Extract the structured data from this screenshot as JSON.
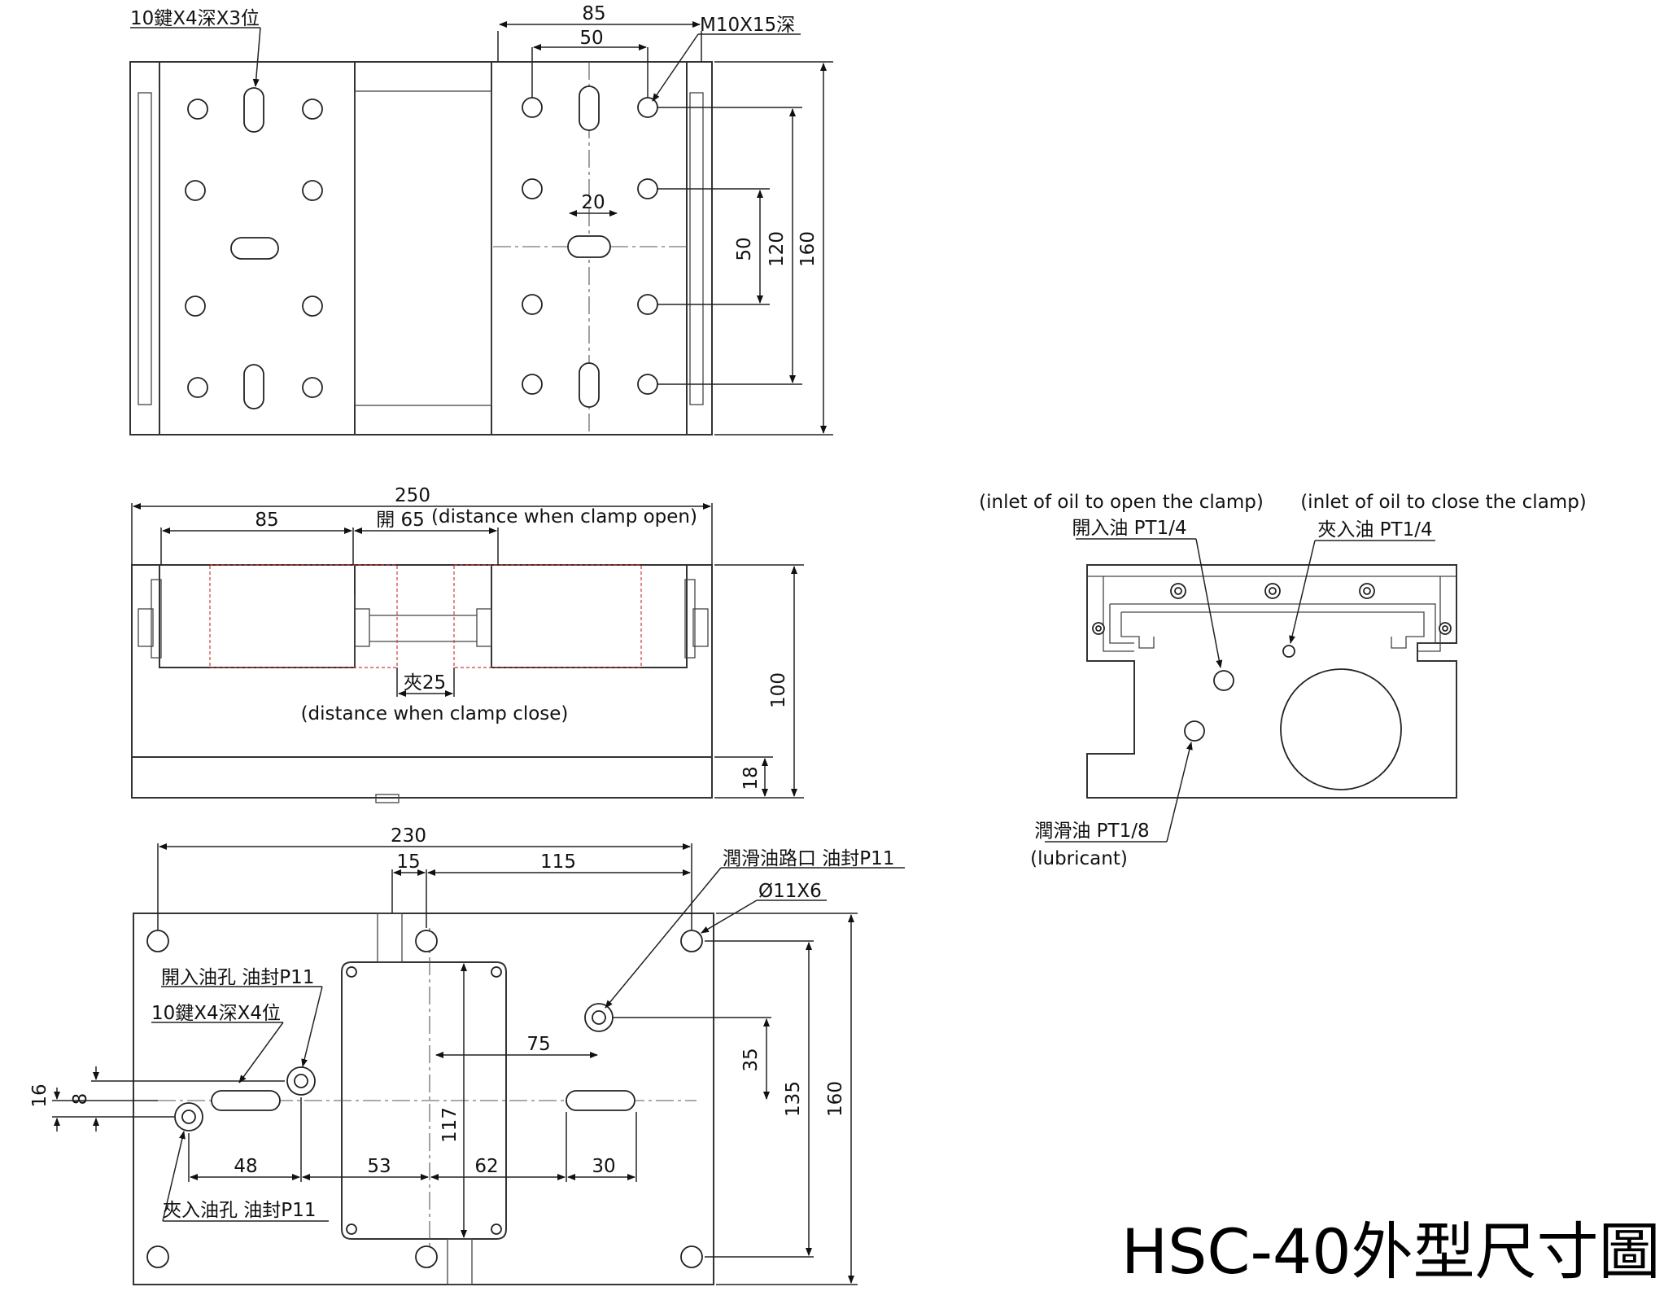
{
  "title": "HSC-40外型尺寸圖",
  "top_view": {
    "note_keyway": "10鍵X4深X3位",
    "note_thread": "M10X15深",
    "dim_85": "85",
    "dim_50_top": "50",
    "dim_20": "20",
    "dim_50_side": "50",
    "dim_120": "120",
    "dim_160": "160"
  },
  "side_view": {
    "dim_250": "250",
    "dim_85": "85",
    "open_label": "開 65",
    "open_note": "(distance when clamp open)",
    "close_label": "夾25",
    "close_note": "(distance when clamp close)",
    "dim_100": "100",
    "dim_18": "18"
  },
  "bottom_view": {
    "dim_230": "230",
    "dim_15": "15",
    "dim_115": "115",
    "note_lube_port": "潤滑油路口 油封P11",
    "note_holes": "Ø11X6",
    "note_open_hole": "開入油孔 油封P11",
    "note_keyway": "10鍵X4深X4位",
    "note_close_hole": "夾入油孔 油封P11",
    "dim_75": "75",
    "dim_35": "35",
    "dim_135": "135",
    "dim_160": "160",
    "dim_117": "117",
    "dim_16": "16",
    "dim_8": "8",
    "dim_48": "48",
    "dim_53": "53",
    "dim_62": "62",
    "dim_30": "30"
  },
  "end_view": {
    "open_note": "(inlet of oil to open the clamp)",
    "open_label": "開入油 PT1/4",
    "close_note": "(inlet of oil to close the clamp)",
    "close_label": "夾入油 PT1/4",
    "lube_label": "潤滑油 PT1/8",
    "lube_note": "(lubricant)"
  }
}
